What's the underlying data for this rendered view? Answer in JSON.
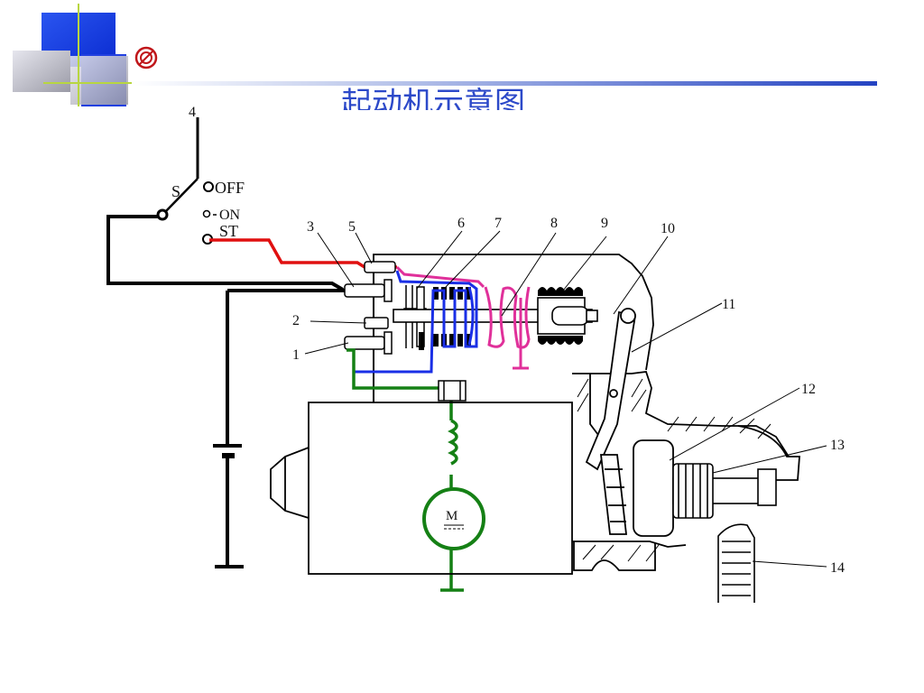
{
  "slide": {
    "title": "起动机示意图"
  },
  "diagram": {
    "switch": {
      "letter": "S",
      "positions": [
        "OFF",
        "ON",
        "ST"
      ]
    },
    "part_numbers": [
      "1",
      "2",
      "3",
      "4",
      "5",
      "6",
      "7",
      "8",
      "9",
      "10",
      "11",
      "12",
      "13",
      "14"
    ],
    "motor_label": "M",
    "colors": {
      "accent_blue": "#1a3fd0",
      "title_blue": "#2c49c9",
      "wire_red": "#e01010",
      "wire_blue": "#1a2fe6",
      "wire_pink": "#e0309a",
      "wire_green": "#158015",
      "lime": "#b8d640",
      "gray_square": "#b9b9c3"
    }
  }
}
